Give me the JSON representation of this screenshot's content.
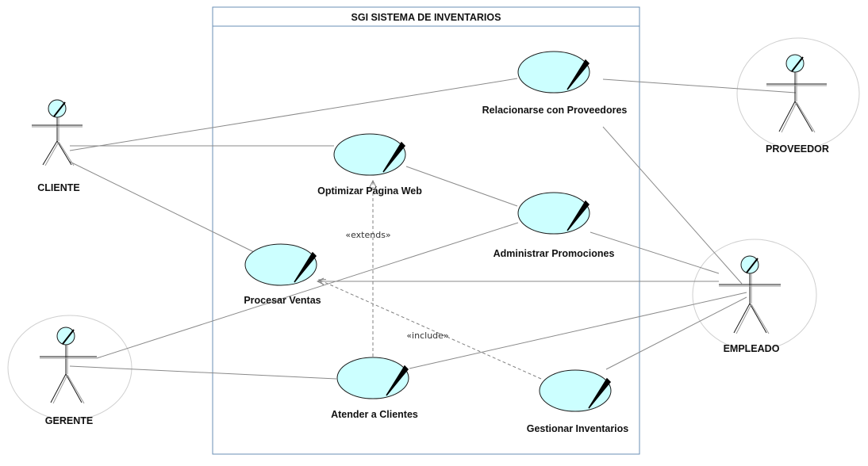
{
  "system": {
    "title": "SGI SISTEMA DE INVENTARIOS"
  },
  "actors": [
    {
      "id": "cliente",
      "label": "CLIENTE"
    },
    {
      "id": "proveedor",
      "label": "PROVEEDOR"
    },
    {
      "id": "empleado",
      "label": "EMPLEADO"
    },
    {
      "id": "gerente",
      "label": "GERENTE"
    }
  ],
  "use_cases": [
    {
      "id": "relacionarse",
      "label": "Relacionarse con Proveedores"
    },
    {
      "id": "optimizar",
      "label": "Optimizar Página Web"
    },
    {
      "id": "administrar",
      "label": "Administrar Promociones"
    },
    {
      "id": "procesar",
      "label": "Procesar Ventas"
    },
    {
      "id": "atender",
      "label": "Atender a Clientes"
    },
    {
      "id": "gestionar",
      "label": "Gestionar Inventarios"
    }
  ],
  "relations": {
    "extends": "«extends»",
    "include": "«include»"
  },
  "colors": {
    "usecase_fill": "#ccffff",
    "border": "#6a8fb5",
    "line": "#8a8a8a"
  }
}
